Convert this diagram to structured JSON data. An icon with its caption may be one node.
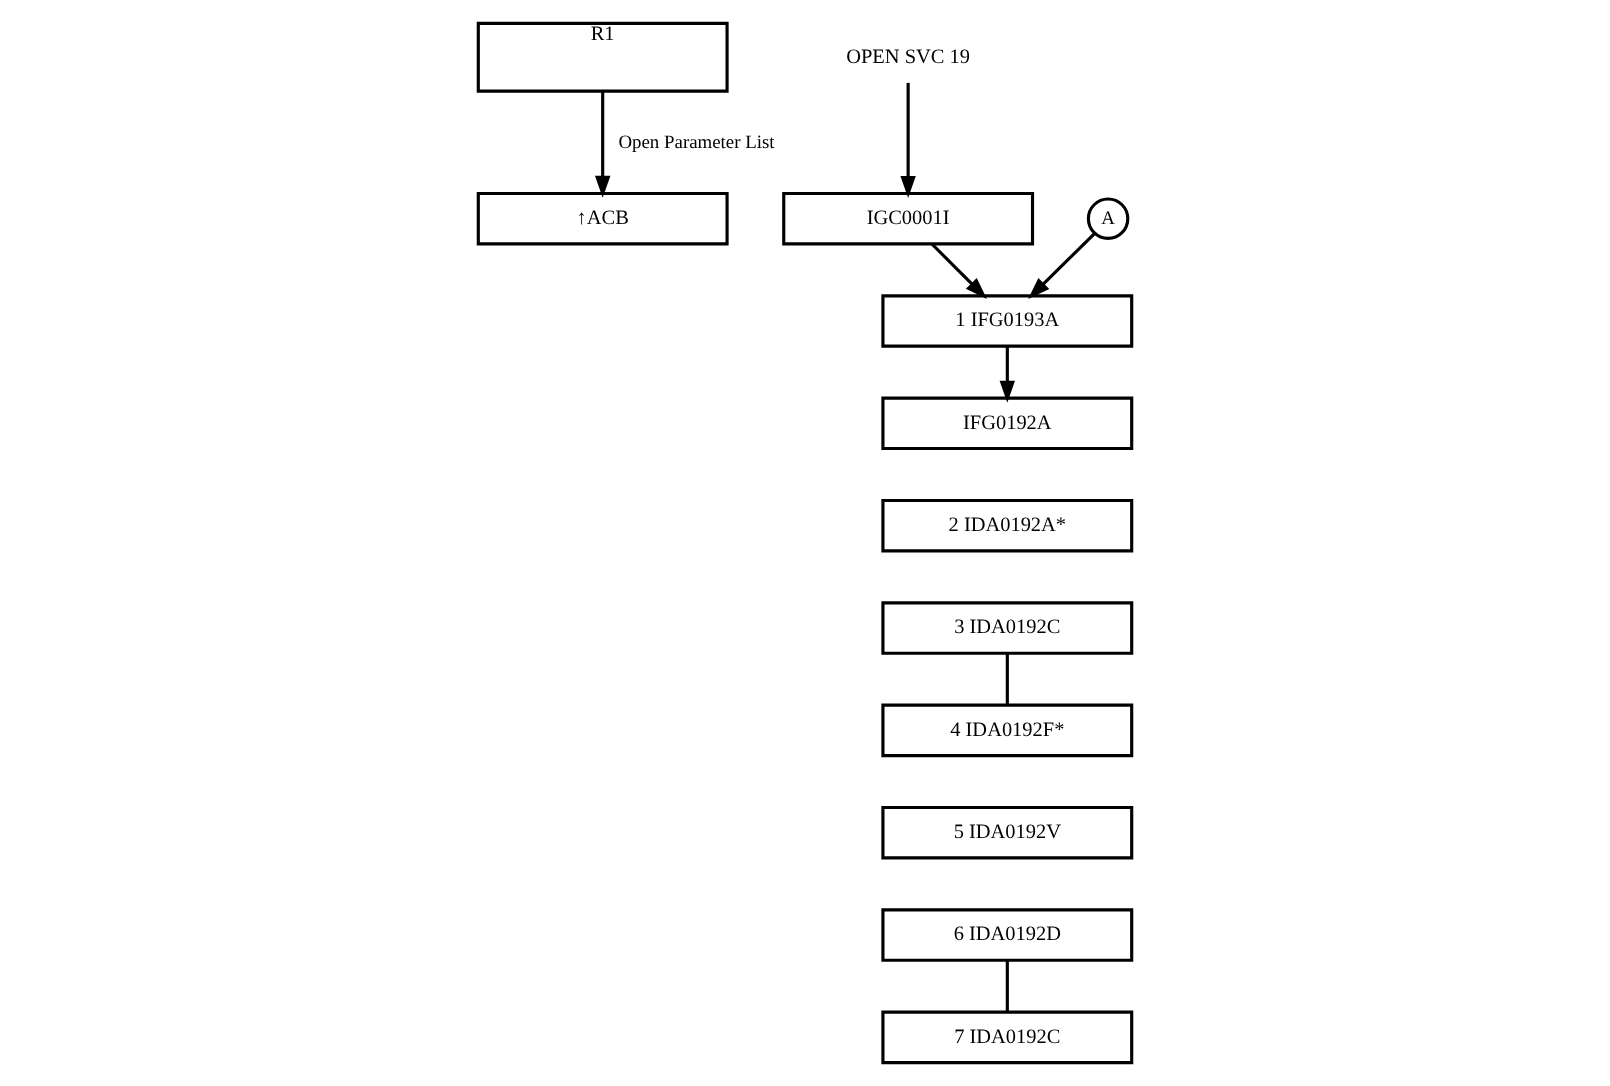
{
  "diagram": {
    "nodes": [
      {
        "text": [
          "R1"
        ]
      },
      {
        "text": [
          "↑ACB"
        ]
      },
      {
        "text": [
          "OPEN SVC 19"
        ]
      },
      {
        "text": [
          "IGC0001I"
        ]
      },
      {
        "text": [
          "A"
        ]
      },
      {
        "text": [
          "1 IFG0193A"
        ]
      },
      {
        "text": [
          "IFG0192A"
        ]
      },
      {
        "text": [
          "2 IDA0192A*"
        ]
      },
      {
        "text": [
          "3 IDA0192C"
        ]
      },
      {
        "text": [
          "4 IDA0192F*"
        ]
      },
      {
        "text": [
          "5 IDA0192V"
        ]
      },
      {
        "text": [
          "6 IDA0192D"
        ]
      },
      {
        "text": [
          "7 IDA0192C"
        ]
      }
    ],
    "edges": [
      {
        "from": 0,
        "to": 1,
        "arrow": "to",
        "label": "Open Parameter List"
      },
      {
        "from": 2,
        "to": 3,
        "arrow": "to"
      },
      {
        "from": 3,
        "to": 5,
        "arrow": "to"
      },
      {
        "from": 4,
        "to": 5,
        "arrow": "to"
      },
      {
        "from": 5,
        "to": 6,
        "arrow": "to"
      },
      {
        "from": 8,
        "to": 9,
        "arrow": "none"
      },
      {
        "from": 11,
        "to": 12,
        "arrow": "none"
      }
    ]
  }
}
